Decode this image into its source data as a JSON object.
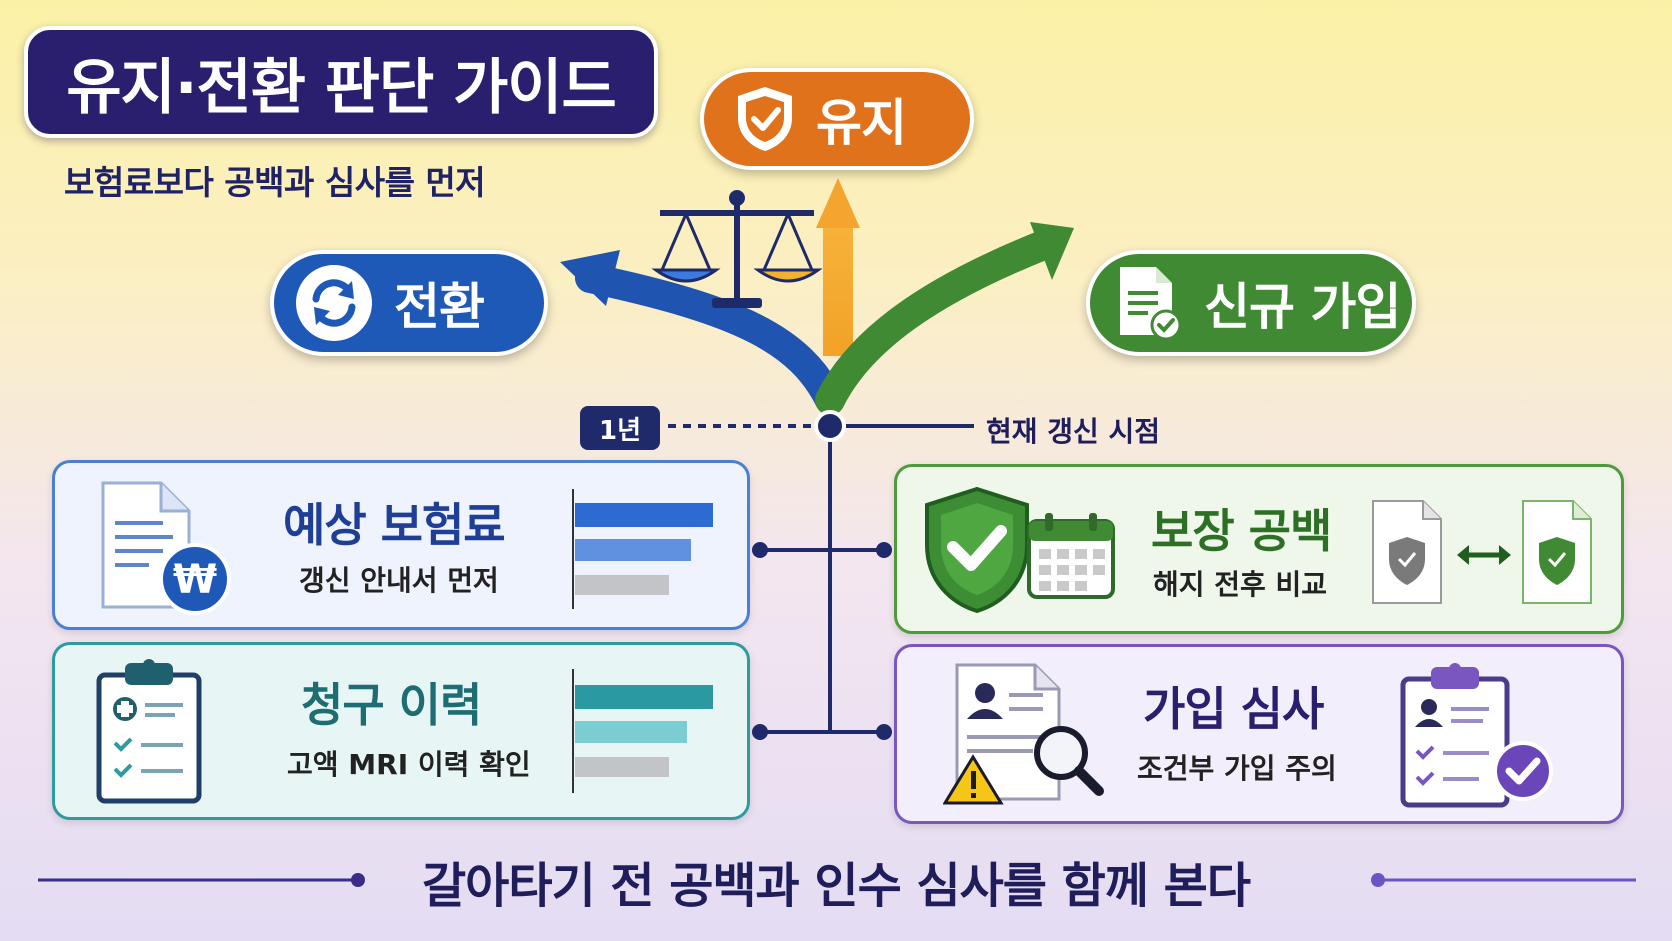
{
  "header": {
    "title": "유지·전환 판단 가이드",
    "subtitle": "보험료보다 공백과 심사를 먼저"
  },
  "options": {
    "keep": "유지",
    "switch": "전환",
    "new": "신규 가입"
  },
  "timeline": {
    "marker": "1년",
    "now_label": "현재 갱신 시점"
  },
  "cards": {
    "premium": {
      "title": "예상 보험료",
      "subtitle": "갱신 안내서 먼저",
      "currency_symbol": "₩"
    },
    "claims": {
      "title": "청구 이력",
      "subtitle": "고액 MRI 이력 확인"
    },
    "gap": {
      "title": "보장 공백",
      "subtitle": "해지 전후 비교"
    },
    "underwriting": {
      "title": "가입 심사",
      "subtitle": "조건부 가입 주의"
    }
  },
  "footer": "갈아타기 전 공백과 인수 심사를 함께 본다",
  "colors": {
    "navy": "#2a1f6e",
    "orange": "#e0721c",
    "blue": "#1f59b8",
    "green": "#3f8a33",
    "teal": "#2d9ba0",
    "purple": "#7a56c0"
  }
}
